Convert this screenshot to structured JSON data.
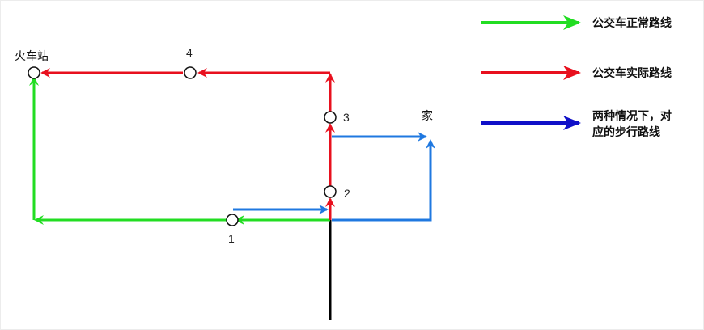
{
  "labels": {
    "station": "火车站",
    "home": "家"
  },
  "stops": {
    "s1": "1",
    "s2": "2",
    "s3": "3",
    "s4": "4"
  },
  "legend": {
    "normal_route": "公交车正常路线",
    "actual_route": "公交车实际路线",
    "walk_line1": "两种情况下，对",
    "walk_line2": "应的步行路线"
  },
  "colors": {
    "green": "#22dd22",
    "red": "#e8101e",
    "blue": "#1f78e0",
    "navy": "#1010c8",
    "black": "#000000"
  },
  "icons": {
    "stop_marker": "circle-icon"
  }
}
